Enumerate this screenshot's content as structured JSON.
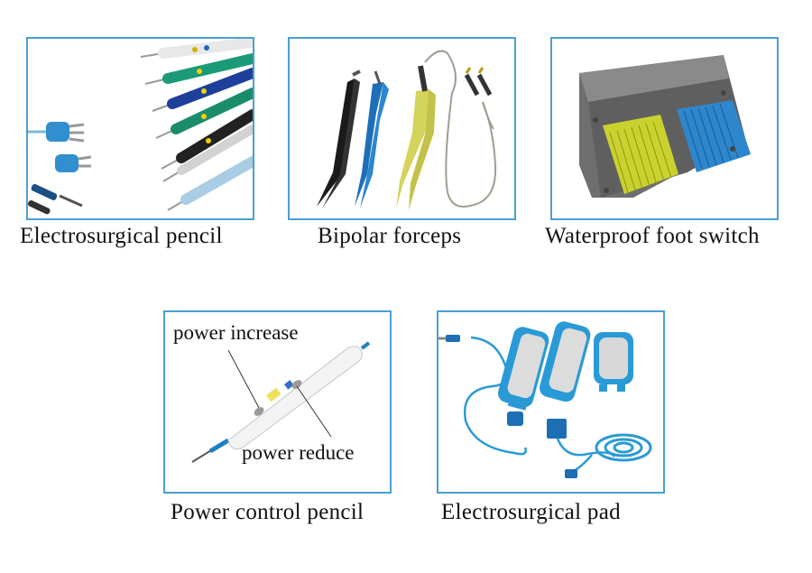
{
  "products": [
    {
      "caption": "Electrosurgical pencil",
      "image": "electrosurgical-pencils-photo"
    },
    {
      "caption": "Bipolar forceps",
      "image": "bipolar-forceps-photo"
    },
    {
      "caption": "Waterproof foot switch",
      "image": "foot-switch-photo"
    },
    {
      "caption": "Power control pencil",
      "image": "power-control-pencil-photo",
      "callouts": {
        "increase": "power increase",
        "reduce": "power reduce"
      }
    },
    {
      "caption": "Electrosurgical pad",
      "image": "electrosurgical-pad-photo"
    }
  ],
  "colors": {
    "frame": "#4a9fd2",
    "pencil_blue": "#1d7fc4",
    "pad_blue": "#2a9ad6",
    "switch_yellow": "#b8c42a"
  }
}
